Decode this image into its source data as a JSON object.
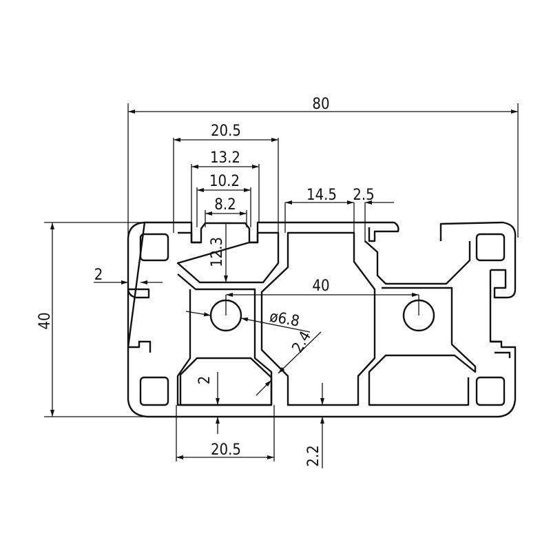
{
  "dimensions": {
    "overall_width": "80",
    "overall_height": "40",
    "top_slot_outer_width": "20.5",
    "slot_width_13": "13.2",
    "slot_width_10": "10.2",
    "slot_opening": "8.2",
    "slot_depth": "12.3",
    "rib_width": "14.5",
    "wall_thickness": "2.5",
    "side_wall": "2",
    "hole_spacing": "40",
    "hole_diameter": "ø6.8",
    "web_thickness": "2.4",
    "bottom_wall": "2",
    "bottom_slot_width": "20.5",
    "bottom_web": "2.2"
  },
  "colors": {
    "line": "#111111",
    "background": "#ffffff"
  }
}
